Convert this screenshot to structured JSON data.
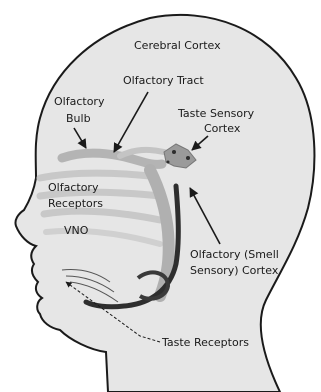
{
  "labels": {
    "cerebral_cortex": "Cerebral Cortex",
    "olfactory_tract": "Olfactory Tract",
    "olfactory_bulb_line1": "Olfactory",
    "olfactory_bulb_line2": "Bulb",
    "taste_cortex_line1": "Taste Sensory",
    "taste_cortex_line2": "Cortex",
    "olfactory_receptors_line1": "Olfactory",
    "olfactory_receptors_line2": "Receptors",
    "vno": "VNO",
    "smell_cortex_line1": "Olfactory (Smell",
    "smell_cortex_line2": "Sensory) Cortex",
    "taste_receptors": "Taste Receptors"
  },
  "colors": {
    "head_fill": "#e6e6e6",
    "outline": "#1a1a1a",
    "pathway": "#b4b4b4",
    "dark_pathway": "#2e2e2e"
  }
}
